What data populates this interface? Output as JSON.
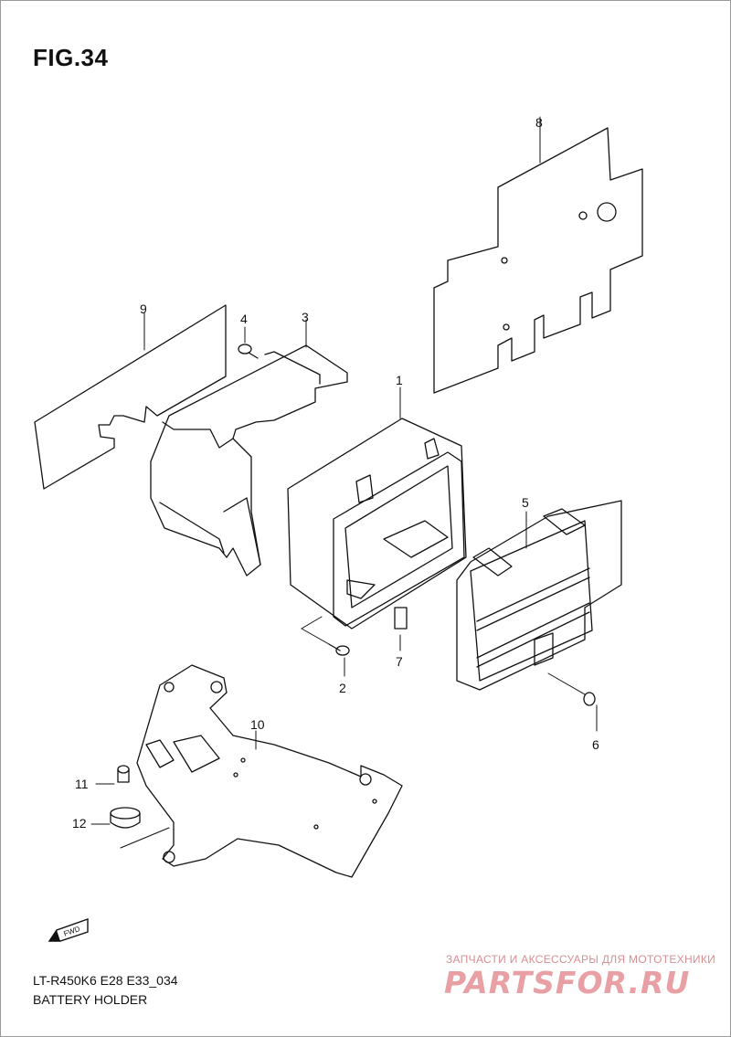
{
  "figure": {
    "title": "FIG.34",
    "model_code": "LT-R450K6 E28 E33_034",
    "name": "BATTERY HOLDER"
  },
  "callouts": [
    "1",
    "2",
    "3",
    "4",
    "5",
    "6",
    "7",
    "8",
    "9",
    "10",
    "11",
    "12"
  ],
  "fwd_label": "FWD",
  "watermark": {
    "tagline": "ЗАПЧАСТИ И АКСЕССУАРЫ ДЛЯ МОТОТЕХНИКИ",
    "brand": "PARTSFOR.RU",
    "color": "#e8a0a4"
  }
}
